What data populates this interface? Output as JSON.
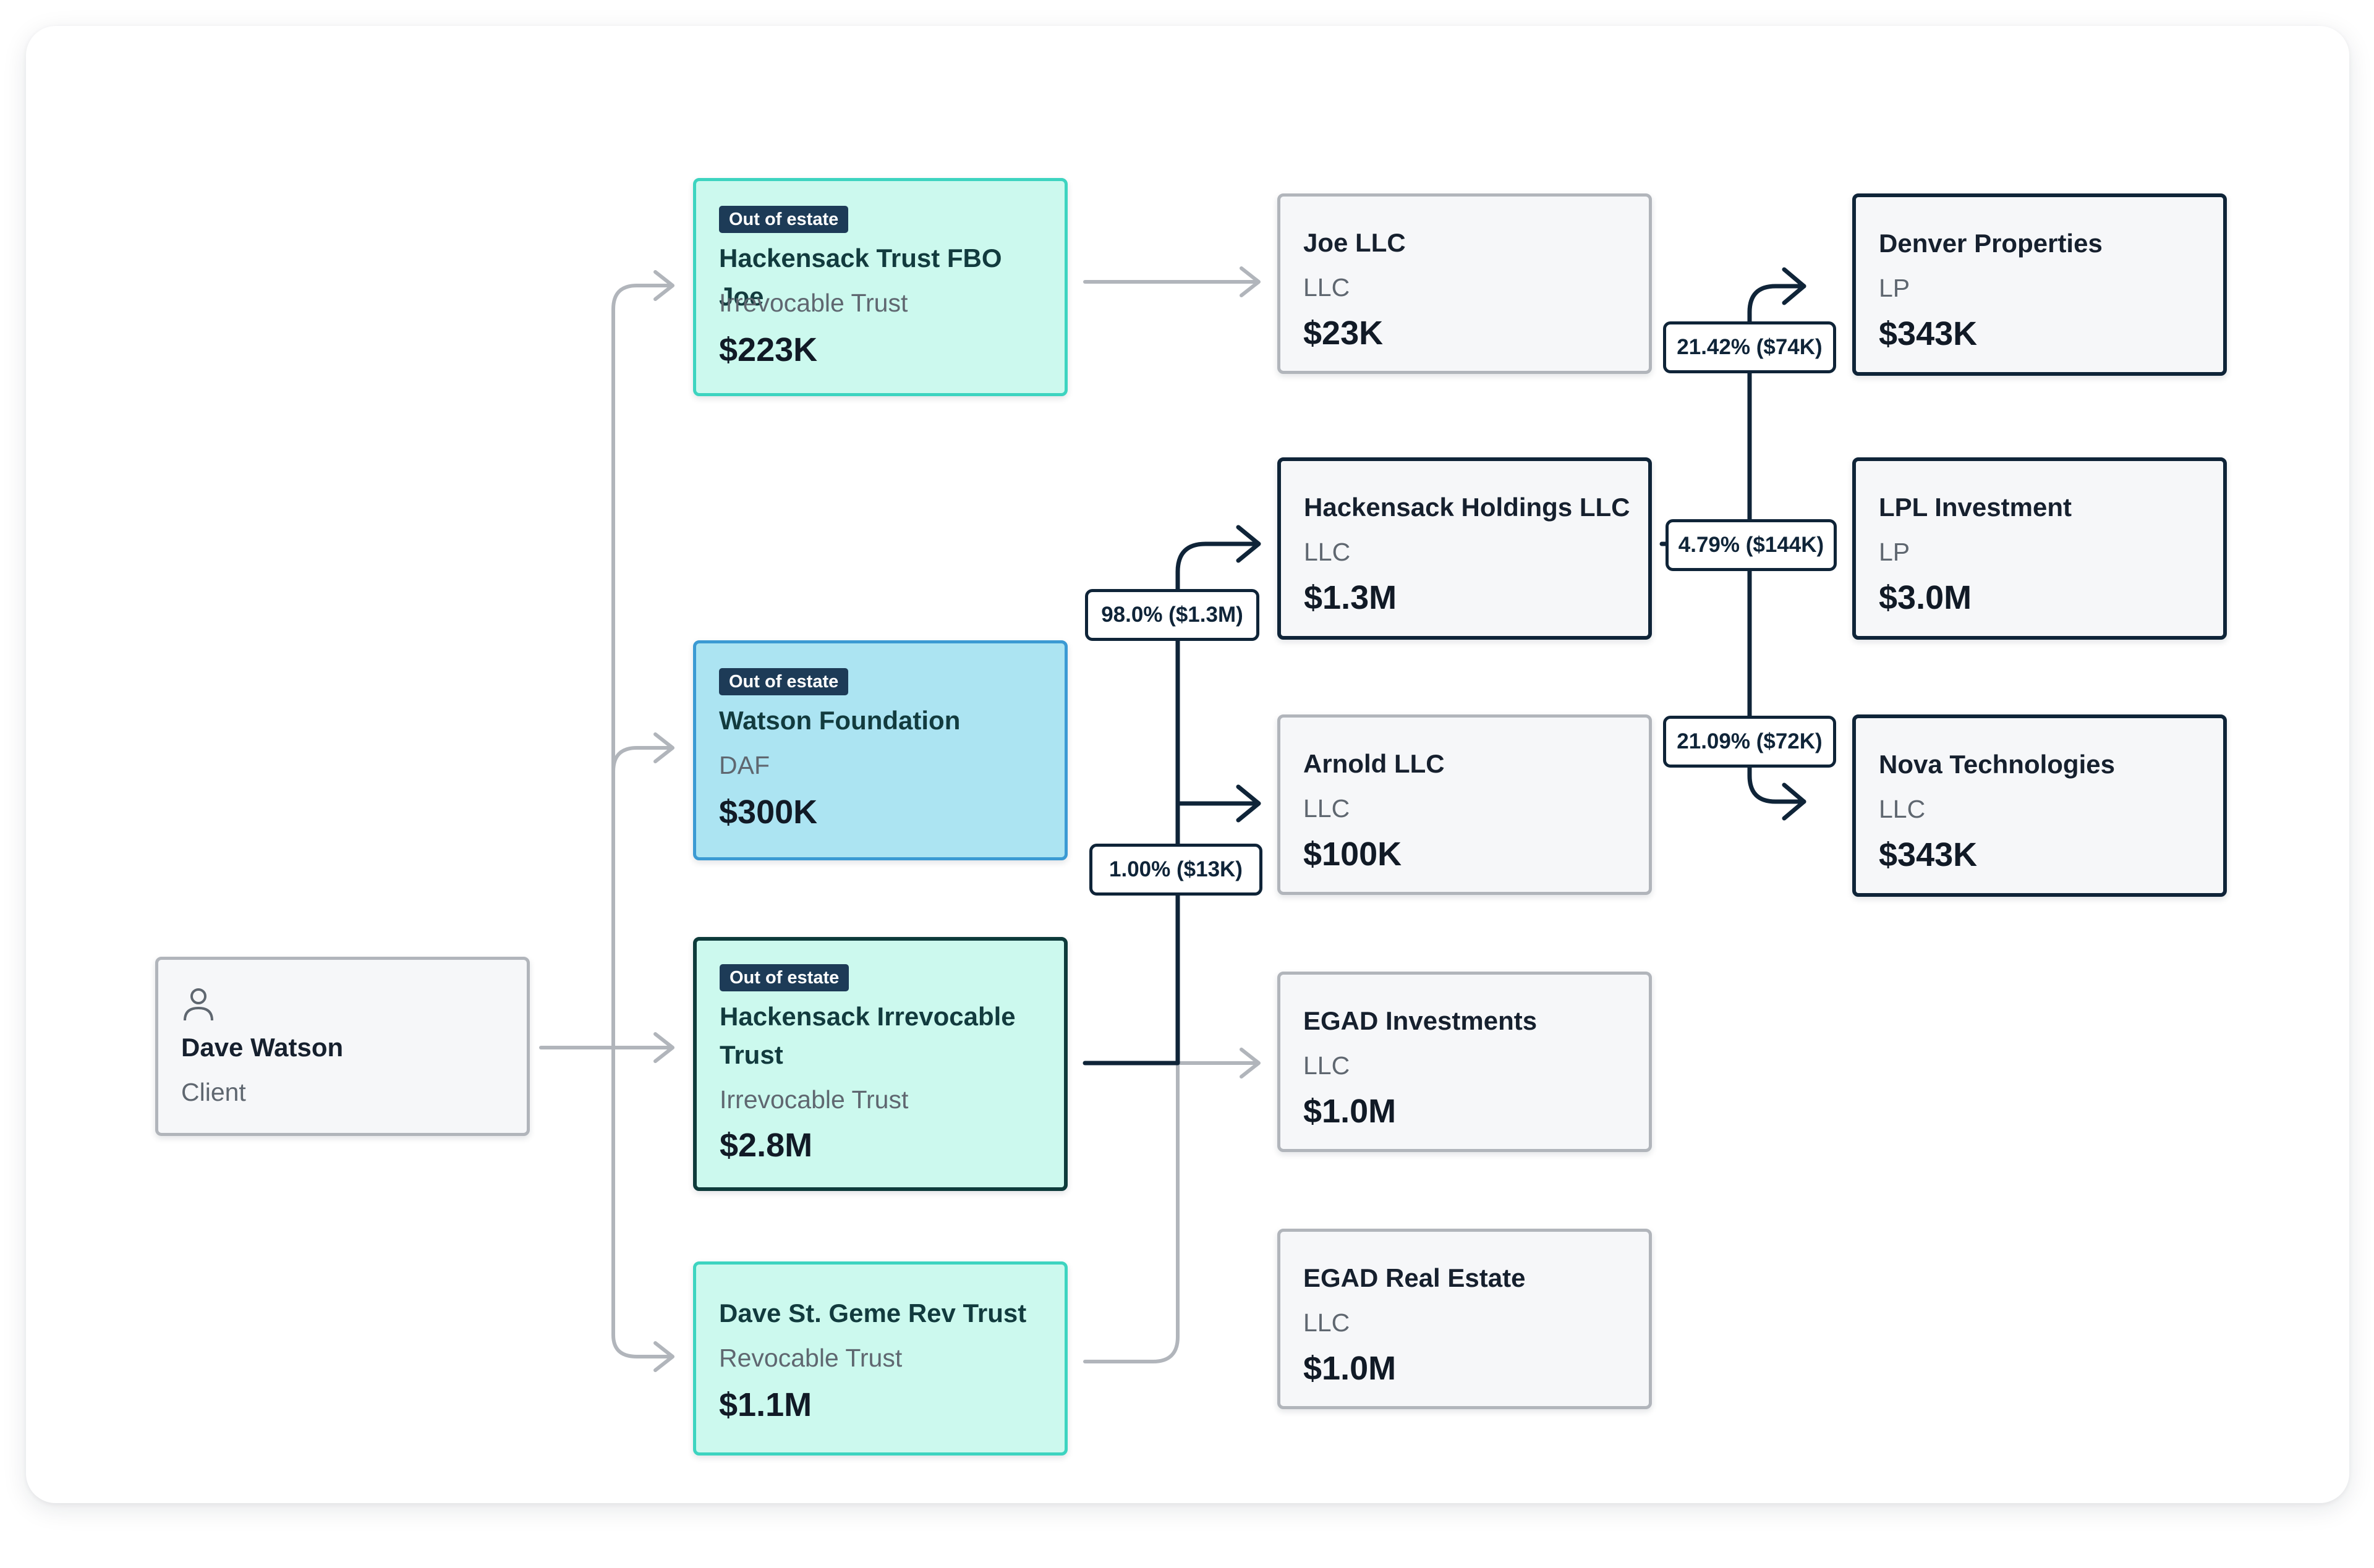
{
  "client": {
    "name": "Dave Watson",
    "role": "Client",
    "icon": "person-icon"
  },
  "entities": {
    "fbo_joe": {
      "tag": "Out of estate",
      "name": "Hackensack Trust FBO Joe",
      "kind": "Irrevocable Trust",
      "value": "$223K"
    },
    "watson_foundation": {
      "tag": "Out of estate",
      "name": "Watson Foundation",
      "kind": "DAF",
      "value": "$300K"
    },
    "irrevocable_trust": {
      "tag": "Out of estate",
      "name_line1": "Hackensack Irrevocable",
      "name_line2": "Trust",
      "kind": "Irrevocable Trust",
      "value": "$2.8M"
    },
    "rev_trust": {
      "name": "Dave St. Geme Rev Trust",
      "kind": "Revocable Trust",
      "value": "$1.1M"
    },
    "joe_llc": {
      "name": "Joe LLC",
      "kind": "LLC",
      "value": "$23K"
    },
    "holdings": {
      "name": "Hackensack Holdings LLC",
      "kind": "LLC",
      "value": "$1.3M"
    },
    "arnold": {
      "name": "Arnold LLC",
      "kind": "LLC",
      "value": "$100K"
    },
    "egad_investments": {
      "name": "EGAD Investments",
      "kind": "LLC",
      "value": "$1.0M"
    },
    "egad_real_estate": {
      "name": "EGAD Real Estate",
      "kind": "LLC",
      "value": "$1.0M"
    },
    "denver": {
      "name": "Denver Properties",
      "kind": "LP",
      "value": "$343K"
    },
    "lpl": {
      "name": "LPL Investment",
      "kind": "LP",
      "value": "$3.0M"
    },
    "nova": {
      "name": "Nova Technologies",
      "kind": "LLC",
      "value": "$343K"
    }
  },
  "ownership_labels": {
    "to_holdings": "98.0% ($1.3M)",
    "to_arnold": "1.00% ($13K)",
    "to_denver": "21.42% ($74K)",
    "to_lpl": "4.79% ($144K)",
    "to_nova": "21.09% ($72K)"
  },
  "colors": {
    "dark_connector": "#0f2438",
    "gray_connector": "#b1b5bb",
    "out_of_estate_tag": "#1d3b57",
    "trust_fill": "#ccf9ee",
    "trust_border": "#3dd4c0",
    "foundation_fill": "#ace4f2",
    "foundation_border": "#3b9ad3"
  }
}
